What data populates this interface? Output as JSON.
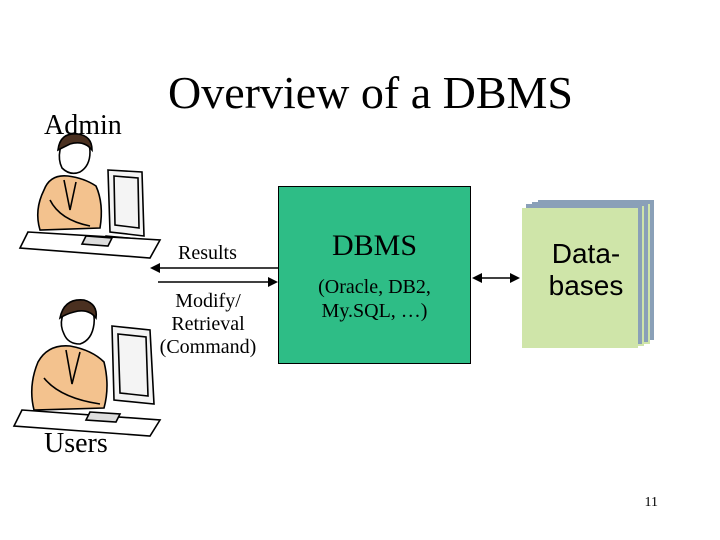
{
  "slide": {
    "title": "Overview of a DBMS",
    "page_number": "11"
  },
  "actors": {
    "admin_label": "Admin",
    "users_label": "Users"
  },
  "flows": {
    "results_label": "Results",
    "command_label": "Modify/ Retrieval (Command)"
  },
  "dbms_box": {
    "title": "DBMS",
    "subtitle": "(Oracle, DB2, My.SQL, …)"
  },
  "databases": {
    "label": "Data- bases"
  },
  "colors": {
    "dbms_fill": "#2ebd86",
    "database_fill": "#cfe5a9",
    "database_shadow": "#8aa0b8"
  }
}
